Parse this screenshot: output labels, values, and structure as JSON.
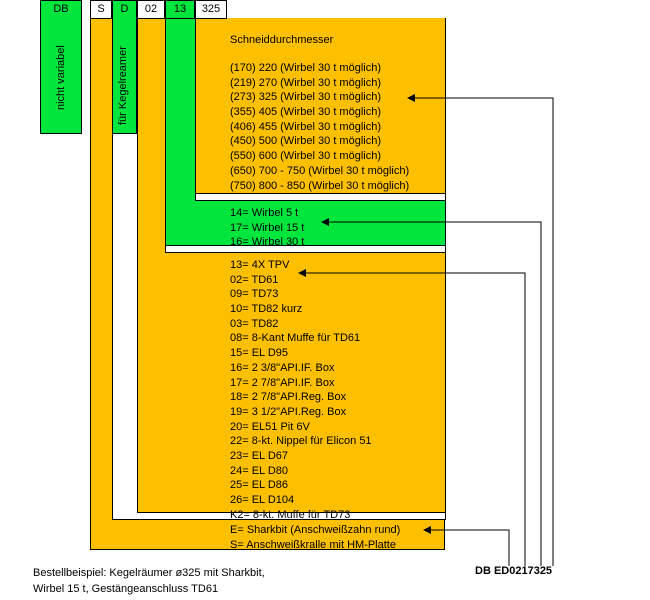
{
  "header": {
    "db": "DB",
    "s": "S",
    "d": "D",
    "c02": "02",
    "c13": "13",
    "c325": "325"
  },
  "vertical": {
    "db": "nicht variabel",
    "d": "für Kegelreamer"
  },
  "cutting": {
    "title": "Schneiddurchmesser",
    "items": [
      "(170) 220 (Wirbel 30 t möglich)",
      "(219) 270 (Wirbel 30 t möglich)",
      "(273) 325 (Wirbel 30 t möglich)",
      "(355) 405 (Wirbel 30 t möglich)",
      "(406) 455 (Wirbel 30 t möglich)",
      "(450) 500 (Wirbel 30 t möglich)",
      "(550) 600 (Wirbel 30 t möglich)",
      "(650) 700 - 750 (Wirbel 30 t möglich)",
      "(750) 800 - 850 (Wirbel 30 t möglich)"
    ]
  },
  "swivel": {
    "items": [
      "14= Wirbel   5 t",
      "17= Wirbel 15 t",
      "16= Wirbel 30 t"
    ]
  },
  "connection": {
    "items": [
      "13= 4X TPV",
      "02= TD61",
      "09= TD73",
      "10= TD82 kurz",
      "03= TD82",
      "08= 8-Kant Muffe für TD61",
      "15= EL D95",
      "16= 2 3/8\"API.IF. Box",
      "17= 2 7/8\"API.IF. Box",
      "18= 2 7/8\"API.Reg. Box",
      "19= 3 1/2\"API.Reg. Box",
      "20= EL51 Pit 6V",
      "22= 8-kt. Nippel für Elicon 51",
      "23= EL D67",
      "24= EL D80",
      "25= EL D86",
      "26= EL D104",
      "K2= 8-kt. Muffe für TD73"
    ]
  },
  "cutter": {
    "items": [
      "E= Sharkbit (Anschweißzahn rund)",
      "S= Anschweißkralle mit HM-Platte"
    ]
  },
  "example": {
    "line1": "Bestellbeispiel: Kegelräumer ø325 mit Sharkbit,",
    "line2": "Wirbel 15 t, Gestängeanschluss TD61",
    "order_code": "DB ED0217325"
  },
  "colors": {
    "green": "#00e63c",
    "yellow": "#fdc000",
    "line": "#000000"
  }
}
